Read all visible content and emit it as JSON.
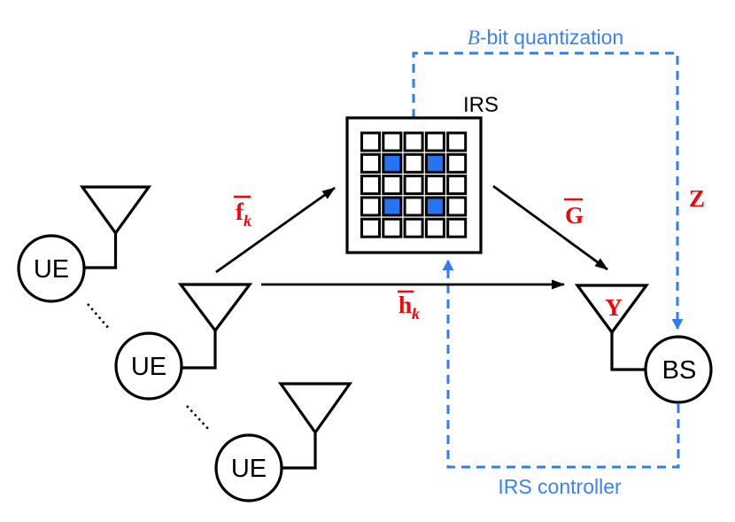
{
  "palette": {
    "blue": "#2f7cf3",
    "blue_text": "#3b82f5",
    "red": "#f70305",
    "black": "#000000",
    "irs_cell_active": "#2674f2",
    "irs_cell_inactive": "#ffffff"
  },
  "nodes": {
    "ue1": {
      "label": "UE"
    },
    "ue2": {
      "label": "UE"
    },
    "ue3": {
      "label": "UE"
    },
    "bs": {
      "label": "BS"
    },
    "irs": {
      "label": "IRS"
    }
  },
  "irs_grid": {
    "rows": 5,
    "cols": 5,
    "active_cells": [
      [
        1,
        1
      ],
      [
        1,
        3
      ],
      [
        3,
        1
      ],
      [
        3,
        3
      ]
    ]
  },
  "channels": {
    "fk": {
      "main": "f",
      "sub": "k",
      "overbar": true
    },
    "hk": {
      "main": "h",
      "sub": "k",
      "overbar": true
    },
    "G": {
      "main": "G",
      "overbar": true
    },
    "Y": {
      "main": "Y",
      "overbar": false
    },
    "Z": {
      "main": "Z",
      "overbar": false
    }
  },
  "annotations": {
    "b_bit": {
      "prefix_italic": "B",
      "rest": "-bit quantization"
    },
    "irs_controller": "IRS controller"
  }
}
